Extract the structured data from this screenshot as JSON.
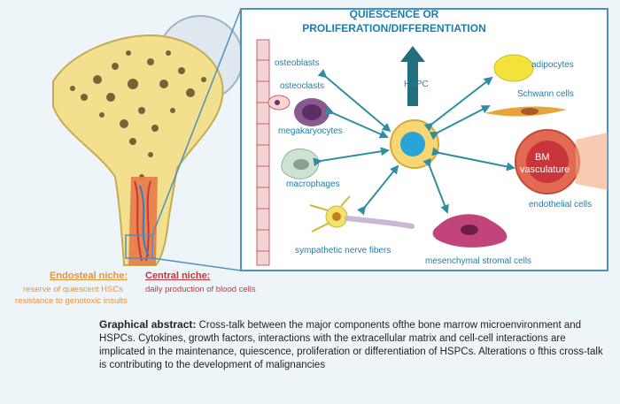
{
  "diagram": {
    "title_line1": "QUIESCENCE OR",
    "title_line2": "PROLIFERATION/DIFFERENTIATION",
    "center_label": "HSPC",
    "cells": {
      "osteoblasts": "osteoblasts",
      "osteoclasts": "osteoclasts",
      "megakaryocytes": "megakaryocytes",
      "macrophages": "macrophages",
      "sympathetic": "sympathetic nerve fibers",
      "mesenchymal": "mesenchymal stromal cells",
      "endothelial": "endothelial cells",
      "adipocytes": "adipocytes",
      "schwann": "Schwann cells",
      "bm_line1": "BM",
      "bm_line2": "vasculature"
    }
  },
  "niches": {
    "endosteal": {
      "heading": "Endosteal niche:",
      "line1": "reserve of quiescent HSCs",
      "line2": "resistance to genotoxic insults",
      "color": "#e8923a"
    },
    "central": {
      "heading": "Central niche:",
      "line1": "daily production of blood cells",
      "color": "#c8353b"
    }
  },
  "caption": {
    "lead": "Graphical abstract:",
    "text": " Cross-talk between the major components ofthe bone marrow microenvironment and HSPCs. Cytokines, growth factors, interactions with the extracellular matrix and cell-cell interactions are implicated in the maintenance, quiescence, proliferation or differentiation of HSPCs. Alterations o fthis cross-talk is contributing to the development of malignancies"
  },
  "colors": {
    "frame": "#4f8fc4",
    "arrow": "#2f8fa0",
    "text_blue": "#1f7fa9",
    "bone": "#f3e08e"
  }
}
